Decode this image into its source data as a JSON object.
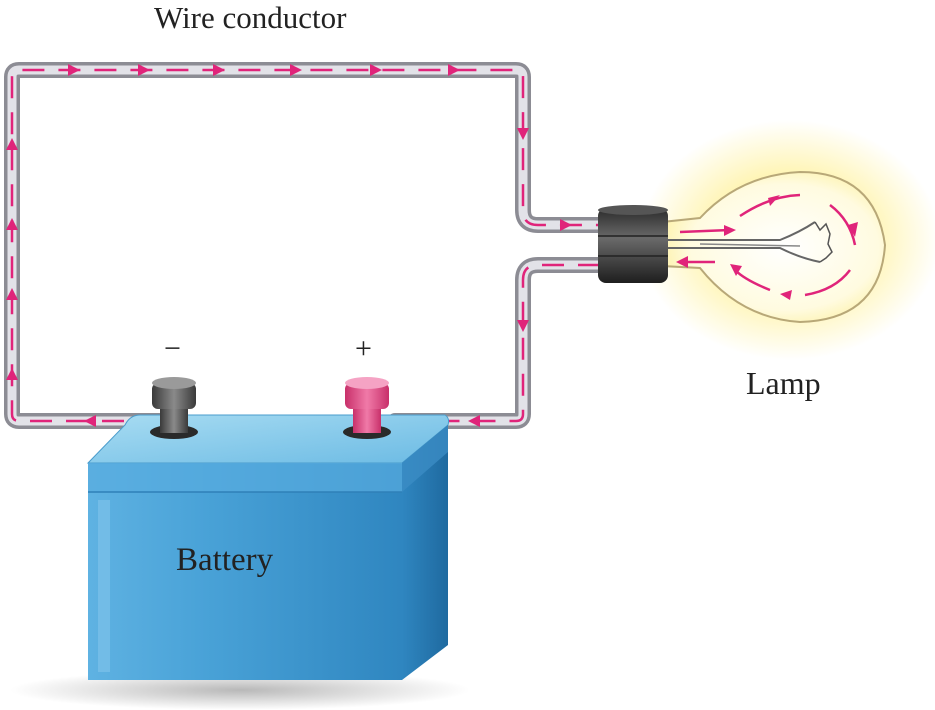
{
  "labels": {
    "wire": "Wire conductor",
    "lamp": "Lamp",
    "battery": "Battery",
    "negative": "−",
    "positive": "+"
  },
  "colors": {
    "wire_outer": "#8c8c94",
    "wire_inner": "#dcdce2",
    "current_arrow": "#e0247a",
    "battery_top": "#7ec6e8",
    "battery_front": "#3d96cf",
    "battery_side": "#2b7bb3",
    "negative_terminal": "#555555",
    "positive_terminal": "#e0407f",
    "lamp_glow": "#fff3a8",
    "lamp_socket": "#3a3a3a"
  },
  "icons": {
    "battery": "battery-icon",
    "lamp": "light-bulb-icon"
  }
}
